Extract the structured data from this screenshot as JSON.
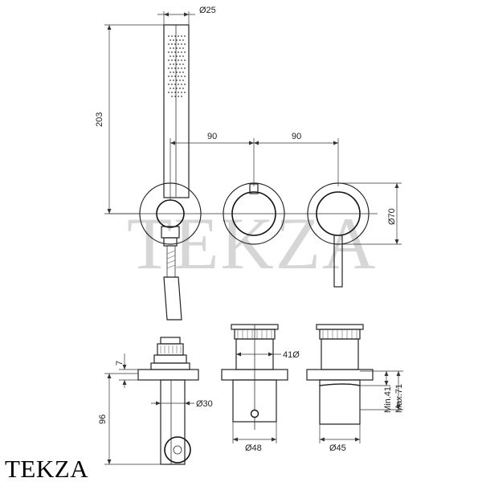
{
  "dimensions": {
    "shower_diameter": "Ø25",
    "shower_height": "203",
    "spacing_left": "90",
    "spacing_right": "90",
    "plate_diameter": "Ø70",
    "plate_thickness": "7",
    "spout_height": "96",
    "spout_diameter": "Ø30",
    "body_diameter_label": "41Ø",
    "body_diameter_48": "Ø48",
    "body_diameter_45": "Ø45",
    "min_depth": "Min.41",
    "max_depth": "Max.71"
  },
  "brand": {
    "watermark": "TEKZA",
    "logo_text": "TEKZA"
  }
}
